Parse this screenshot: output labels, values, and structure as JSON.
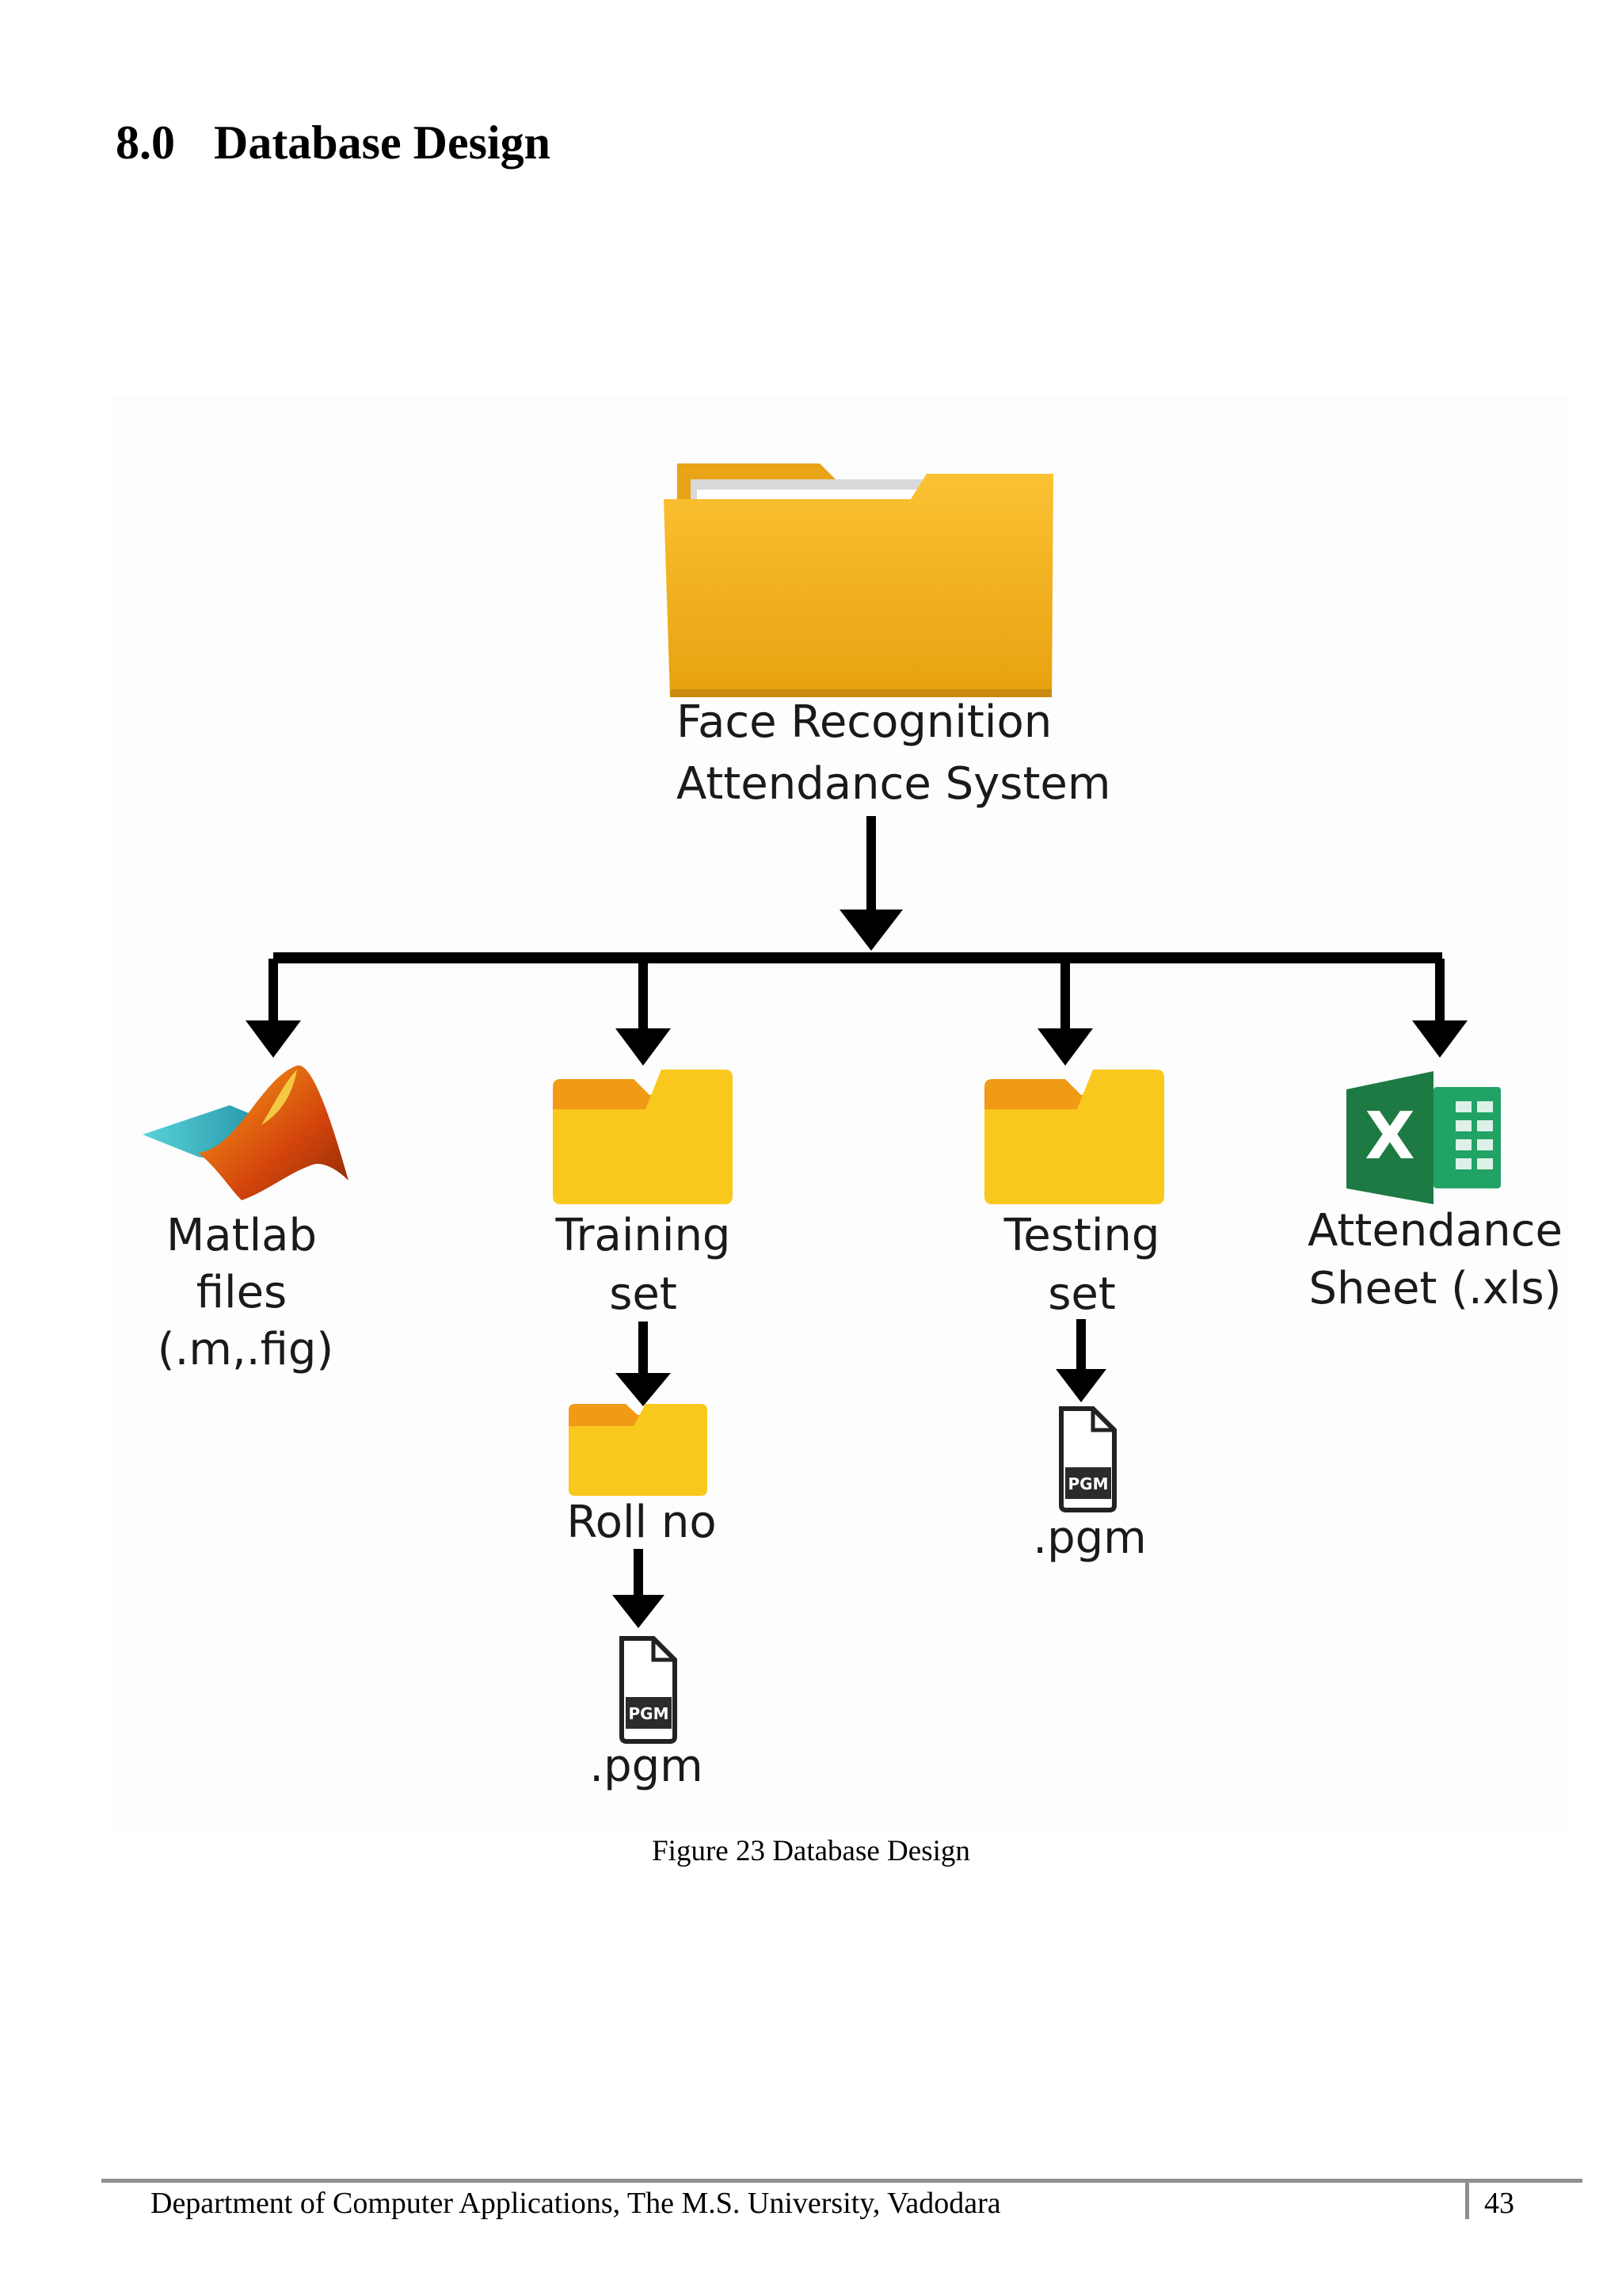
{
  "section": {
    "number": "8.0",
    "title": "Database Design"
  },
  "diagram": {
    "root": {
      "label_line1": "Face Recognition",
      "label_line2": "Attendance System",
      "icon": "folder-icon"
    },
    "matlab": {
      "label_line1": "Matlab",
      "label_line2": "files",
      "label_line3": "(.m,.fig)",
      "icon": "matlab-icon"
    },
    "training": {
      "label_line1": "Training",
      "label_line2": "set",
      "icon": "folder-icon"
    },
    "roll": {
      "label": "Roll no",
      "icon": "folder-icon"
    },
    "training_file": {
      "tag": "PGM",
      "label": ".pgm",
      "icon": "pgm-file-icon"
    },
    "testing": {
      "label_line1": "Testing",
      "label_line2": "set",
      "icon": "folder-icon"
    },
    "testing_file": {
      "tag": "PGM",
      "label": ".pgm",
      "icon": "pgm-file-icon"
    },
    "excel": {
      "label_line1": "Attendance",
      "label_line2": "Sheet (.xls)",
      "icon": "excel-icon",
      "letter": "X"
    },
    "colors": {
      "folder_main": "#F6B21E",
      "folder_small": "#F9C81C",
      "folder_tab": "#F19A16",
      "excel_green": "#1E7A43",
      "arrow": "#000000"
    }
  },
  "caption": "Figure 23 Database Design",
  "footer": {
    "text": "Department of Computer Applications, The M.S. University, Vadodara",
    "page": "43"
  }
}
